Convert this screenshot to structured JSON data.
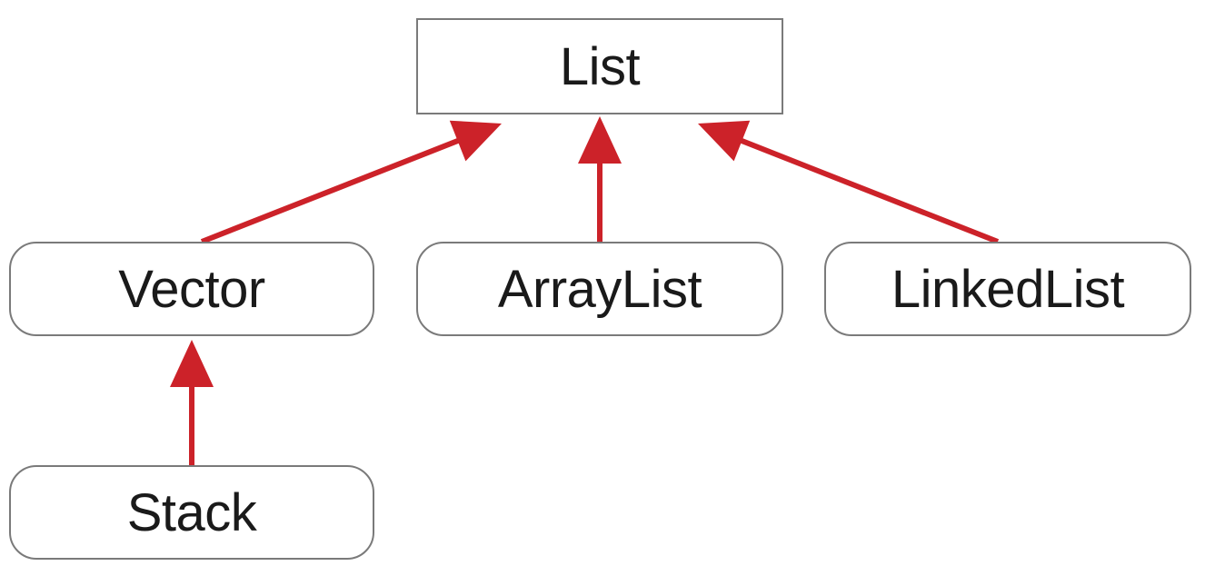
{
  "colors": {
    "arrow": "#cc2229",
    "border": "#7a7a7a",
    "text": "#1a1a1a",
    "background": "#ffffff"
  },
  "nodes": {
    "list": {
      "label": "List",
      "kind": "interface"
    },
    "vector": {
      "label": "Vector",
      "kind": "class"
    },
    "arraylist": {
      "label": "ArrayList",
      "kind": "class"
    },
    "linkedlist": {
      "label": "LinkedList",
      "kind": "class"
    },
    "stack": {
      "label": "Stack",
      "kind": "class"
    }
  },
  "edges": [
    {
      "from": "vector",
      "to": "list"
    },
    {
      "from": "arraylist",
      "to": "list"
    },
    {
      "from": "linkedlist",
      "to": "list"
    },
    {
      "from": "stack",
      "to": "vector"
    }
  ]
}
